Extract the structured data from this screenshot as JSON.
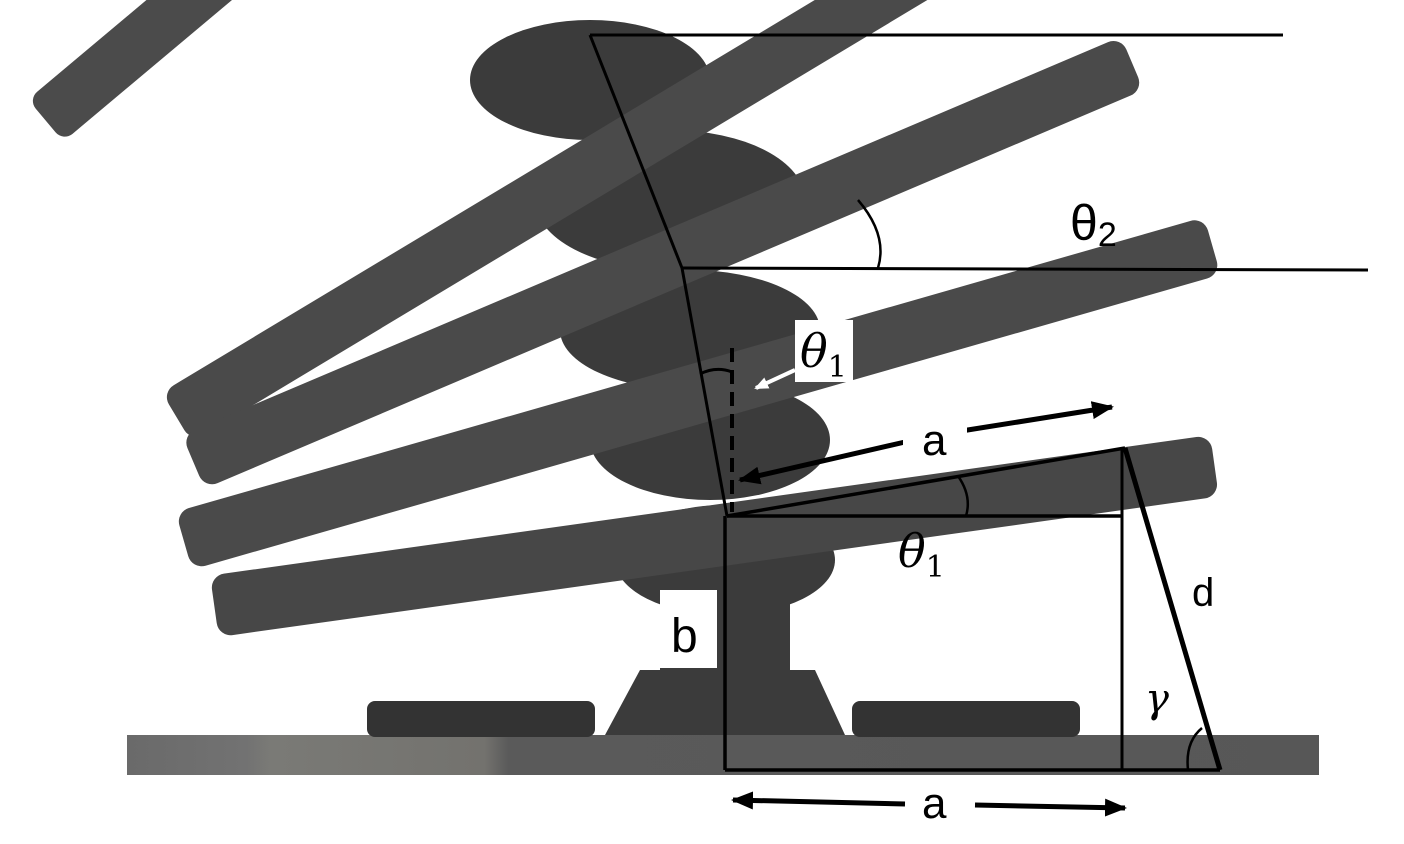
{
  "labels": {
    "theta2": "θ",
    "theta2_sub": "2",
    "theta1_top": "θ",
    "theta1_top_sub": "1",
    "theta1_mid": "θ",
    "theta1_mid_sub": "1",
    "a_top": "a",
    "a_bottom": "a",
    "b": "b",
    "d": "d",
    "gamma": "γ"
  },
  "colors": {
    "segment_dark": "#4a4a4a",
    "segment_edge": "#3a3a3a",
    "spine": "#3b3b3b",
    "base": "#5e5e5e",
    "pad": "#333333",
    "ink": "#000000",
    "label_bg": "#ffffff"
  }
}
